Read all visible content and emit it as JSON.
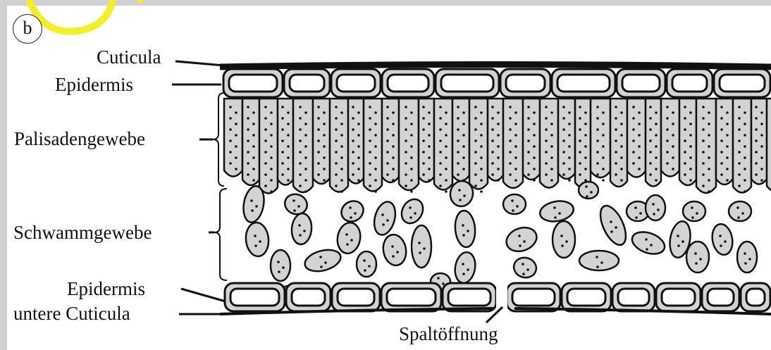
{
  "panel_badge": "b",
  "labels": {
    "cuticula": "Cuticula",
    "epidermis_top": "Epidermis",
    "palisade": "Palisadengewebe",
    "spongy": "Schwammgewebe",
    "epidermis_bottom": "Epidermis",
    "lower_cuticula": "untere Cuticula",
    "stoma": "Spaltöffnung"
  },
  "colors": {
    "highlight": "#f2ee2a",
    "cell_fill": "#d3d3d3",
    "outline": "#111111",
    "background": "#ffffff",
    "border": "#d0d0d2"
  }
}
